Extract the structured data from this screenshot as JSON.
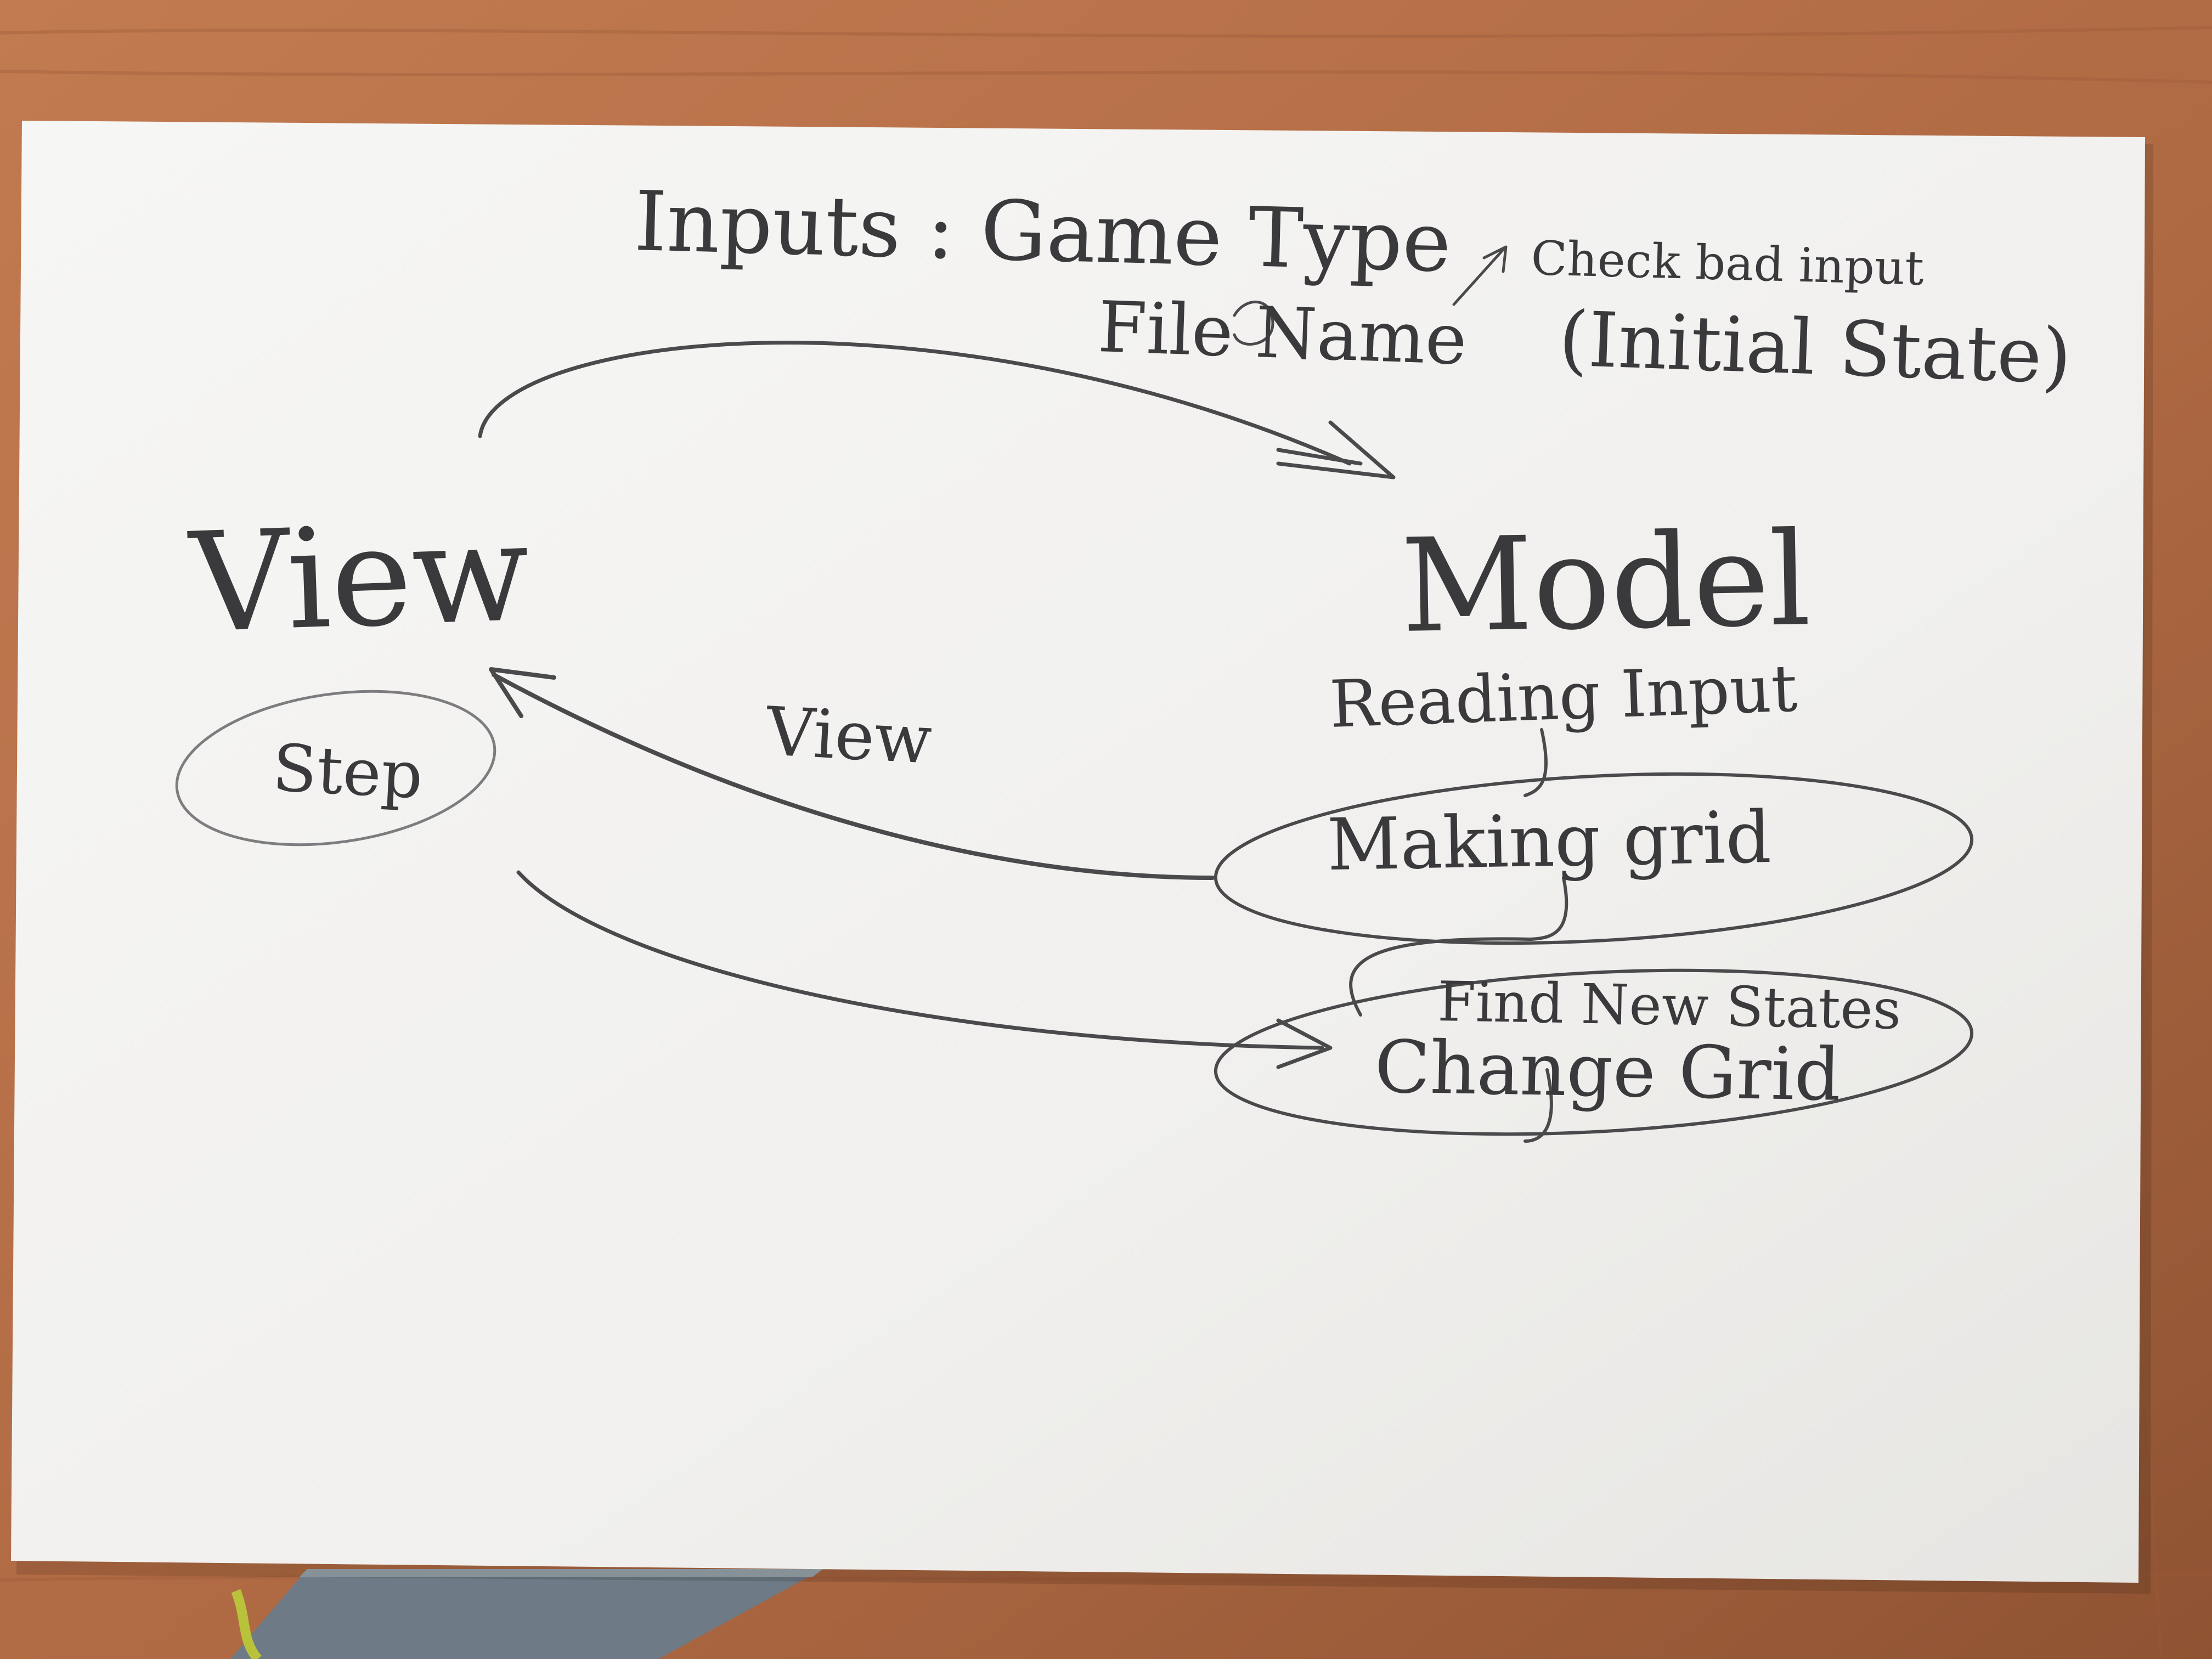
{
  "scene": {
    "colors": {
      "desk": "#b5714a",
      "desk_dark": "#8f5333",
      "card": "#f3f2f0",
      "pencil": "#3a3a3c",
      "mat": "#6e7a86",
      "cable": "#b8c23a"
    }
  },
  "card": {
    "inputs_heading": "Inputs : Game Type",
    "file_name_line": "File Name",
    "initial_state": "(Initial State)",
    "check_note": "Check bad input",
    "view_title": "View",
    "step_label": "Step",
    "view_arrow_label": "View",
    "model_title": "Model",
    "reading_input": "Reading Input",
    "making_grid": "Making grid",
    "find_new_states": "Find New States",
    "change_grid": "Change Grid"
  }
}
